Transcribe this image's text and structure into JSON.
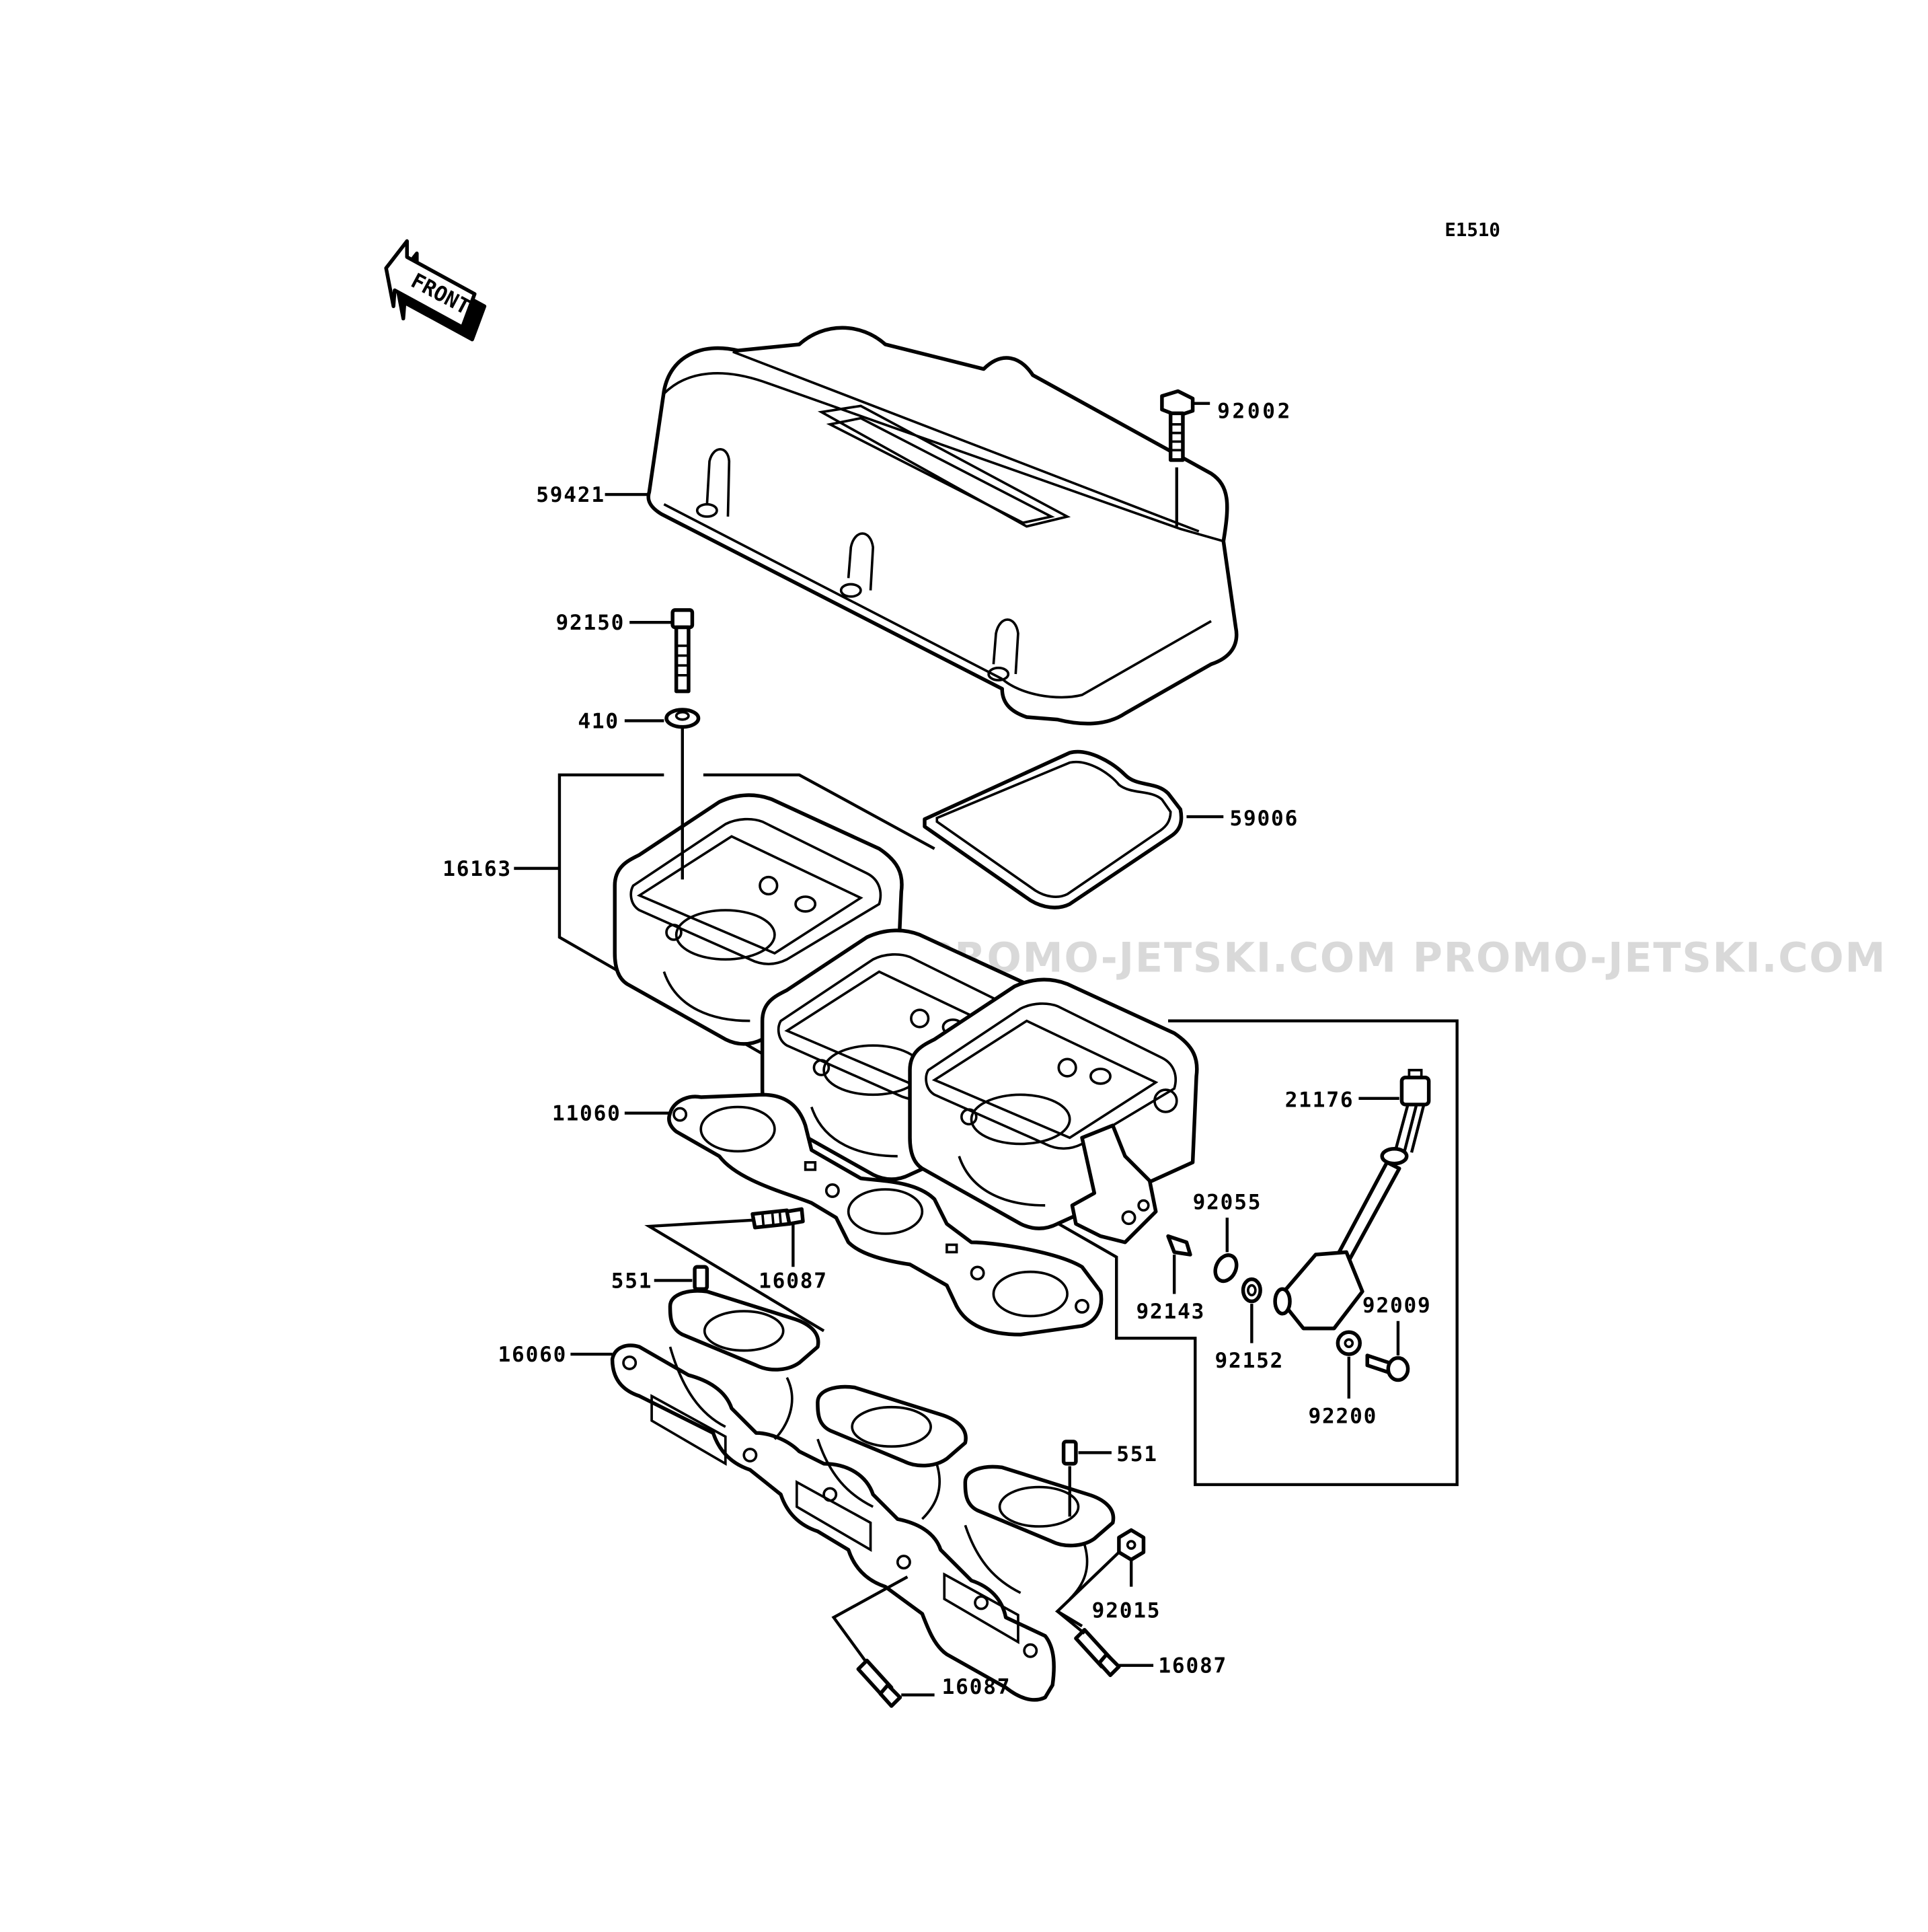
{
  "diagram_code": "E1510",
  "front_arrow": "FRONT",
  "watermark": "JETSKI.COM  PROMO-JETSKI.COM  PROMO-JETSKI.COM",
  "labels": {
    "p92002": "92002",
    "p59421": "59421",
    "p92150": "92150",
    "p410": "410",
    "p59006": "59006",
    "p16163": "16163",
    "p21176": "21176",
    "p11060": "11060",
    "p92055": "92055",
    "p16087a": "16087",
    "p551a": "551",
    "p92143": "92143",
    "p92009": "92009",
    "p92152": "92152",
    "p16060": "16060",
    "p92200": "92200",
    "p551b": "551",
    "p92015": "92015",
    "p16087b": "16087",
    "p16087c": "16087"
  }
}
